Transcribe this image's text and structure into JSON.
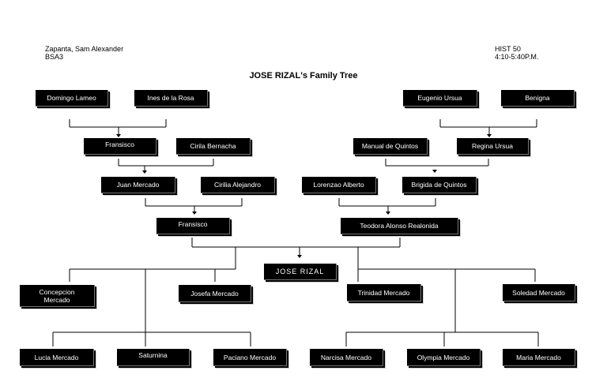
{
  "header": {
    "student_name": "Zapanta, Sam Alexander",
    "section": "BSA3",
    "course": "HIST 50",
    "schedule": "4:10-5:40P.M."
  },
  "title": "JOSE RIZAL's Family Tree",
  "people": {
    "domingo": "Domingo Lameo",
    "ines": "Ines de la Rosa",
    "eugenio": "Eugenio Ursua",
    "benigna": "Benigna",
    "fransisco1": "Fransisco",
    "cirila": "Cirila Bernacha",
    "manual": "Manual de Quintos",
    "regina": "Regina Ursua",
    "juan": "Juan Mercado",
    "cirilia": "Cirilia Alejandro",
    "lorenzao": "Lorenzao Alberto",
    "brigida": "Brigida de Quintos",
    "fransisco2": "Fransisco",
    "teodora": "Teodora Alonso Realonida",
    "jose": "JOSE RIZAL",
    "concepcion_1": "Concepcion",
    "concepcion_2": "Mercado",
    "josefa": "Josefa Mercado",
    "trinidad": "Trinidad Mercado",
    "soledad": "Soledad Mercado",
    "lucia": "Lucia Mercado",
    "saturnina": "Saturnina",
    "paciano": "Paciano Mercado",
    "narcisa": "Narcisa Mercado",
    "olympia": "Olympia Mercado",
    "maria": "Maria Mercado"
  }
}
